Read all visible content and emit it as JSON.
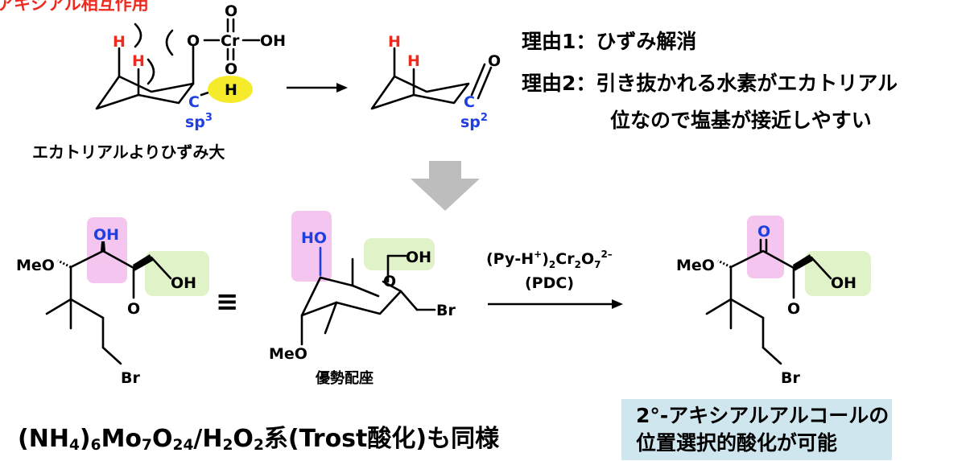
{
  "header_label": "アキシアル相互作用",
  "top_left": {
    "h_top": "H",
    "h_mid": "H",
    "o_atom": "O",
    "cr_atom": "Cr",
    "oh_group": "OH",
    "o_upper": "O",
    "o_lower": "O",
    "carbon": "C",
    "h_equatorial": "H",
    "hybrid": "sp",
    "hybrid_sup": "3",
    "caption": "エカトリアルよりひずみ大"
  },
  "top_product": {
    "h_top": "H",
    "h_mid": "H",
    "carbon": "C",
    "oxygen": "O",
    "hybrid": "sp",
    "hybrid_sup": "2"
  },
  "reasons": {
    "line1": "理由1：ひずみ解消",
    "line2": "理由2：引き抜かれる水素がエカトリアル",
    "line3": "位なので塩基が接近しやすい"
  },
  "substrate": {
    "meo": "MeO",
    "oh_top": "OH",
    "oh_right": "OH",
    "o_ring": "O",
    "br": "Br"
  },
  "equivalence_symbol": "≡",
  "conformer": {
    "ho": "HO",
    "oh": "OH",
    "o_ring": "O",
    "br": "Br",
    "meo": "MeO",
    "caption": "優勢配座"
  },
  "reagent": {
    "line1_prefix": "(Py-H",
    "line1_plus": "+",
    "line1_mid1": ")",
    "line1_sub1": "2",
    "line1_mid2": "Cr",
    "line1_sub2": "2",
    "line1_mid3": "O",
    "line1_sub3": "7",
    "line1_sup": "2–",
    "line2": "(PDC)"
  },
  "product": {
    "meo": "MeO",
    "o_ketone": "O",
    "oh": "OH",
    "o_ring": "O",
    "br": "Br"
  },
  "bottom_note": {
    "p1": "(NH",
    "s1": "4",
    "p2": ")",
    "s2": "6",
    "p3": "Mo",
    "s3": "7",
    "p4": "O",
    "s4": "24",
    "p5": "/H",
    "s5": "2",
    "p6": "O",
    "s6": "2",
    "p7": "系(Trost酸化)も同様"
  },
  "result": {
    "line1": "2°-アキシアルアルコールの",
    "line2": "位置選択的酸化が可能"
  },
  "colors": {
    "red_label": "#ee2a1f",
    "blue_atom": "#1f3fe0",
    "highlight_yellow": "#f5eb2a",
    "pink": "#f4c6ef",
    "green": "#e0f3c8",
    "result_box": "#cfe6ee",
    "grey_arrow": "#bdbdbd"
  }
}
